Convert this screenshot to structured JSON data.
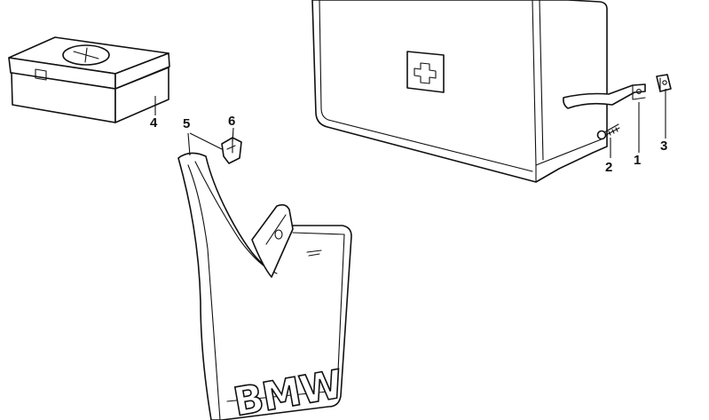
{
  "diagram": {
    "callouts": [
      "1",
      "2",
      "3",
      "4",
      "5",
      "6"
    ],
    "logo_text": "BMW"
  }
}
